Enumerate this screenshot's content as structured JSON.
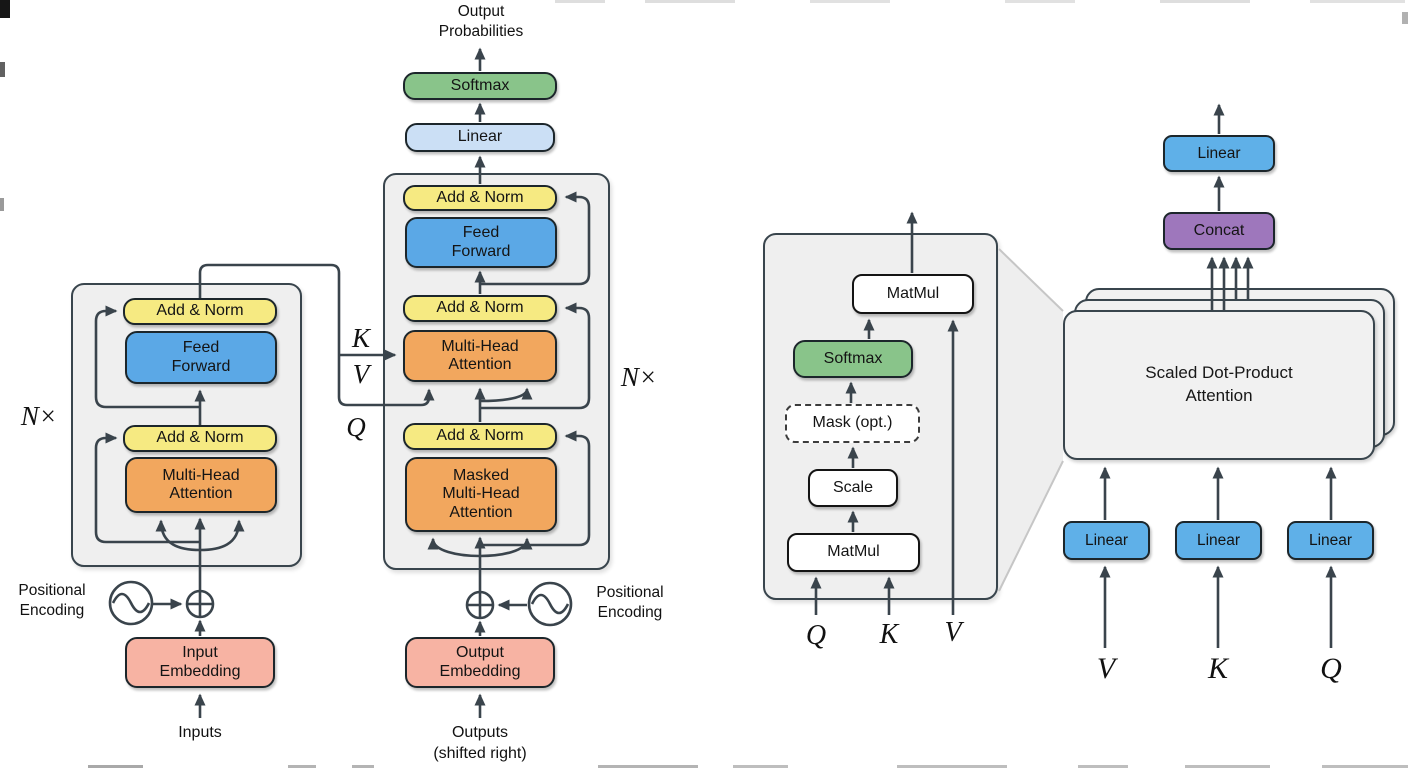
{
  "colors": {
    "panel_bg": "#efefef",
    "stack_bg": "#f1f1f1",
    "panel_stroke": "#39454d",
    "box_stroke": "#1c262b",
    "line": "#3a444c",
    "yellow": "#f6ea82",
    "blue": "#5ba8e6",
    "orange": "#f2a75e",
    "pink": "#f7b3a3",
    "green": "#89c48a",
    "light_blue": "#cbdff5",
    "btn_blue": "#5fb0e8",
    "purple": "#9e77bc"
  },
  "encoder": {
    "repeat_label": "N×",
    "add_norm_top": "Add & Norm",
    "feed_forward": "Feed\nForward",
    "add_norm_bottom": "Add & Norm",
    "multi_head_attention": "Multi-Head\nAttention",
    "positional_encoding": "Positional\nEncoding",
    "input_embedding": "Input\nEmbedding",
    "inputs": "Inputs"
  },
  "decoder": {
    "output_probabilities": "Output\nProbabilities",
    "softmax": "Softmax",
    "linear": "Linear",
    "add_norm_top": "Add & Norm",
    "feed_forward": "Feed\nForward",
    "add_norm_mid": "Add & Norm",
    "multi_head_attention": "Multi-Head\nAttention",
    "add_norm_bottom": "Add & Norm",
    "masked_mha": "Masked\nMulti-Head\nAttention",
    "repeat_label": "N×",
    "positional_encoding": "Positional\nEncoding",
    "output_embedding": "Output\nEmbedding",
    "outputs": "Outputs\n(shifted right)",
    "k": "K",
    "v": "V",
    "q": "Q"
  },
  "scaled_dot_product": {
    "matmul_top": "MatMul",
    "softmax": "Softmax",
    "mask": "Mask (opt.)",
    "scale": "Scale",
    "matmul_bottom": "MatMul",
    "q": "Q",
    "k": "K",
    "v": "V"
  },
  "multi_head": {
    "linear_out": "Linear",
    "concat": "Concat",
    "sdpa": "Scaled Dot-Product\nAttention",
    "linear_v": "Linear",
    "linear_k": "Linear",
    "linear_q": "Linear",
    "v": "V",
    "k": "K",
    "q": "Q"
  }
}
